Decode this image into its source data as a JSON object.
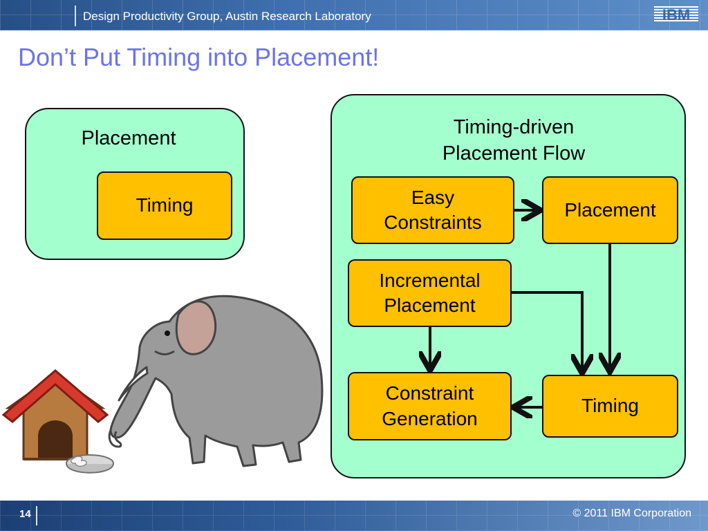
{
  "header": {
    "group_name": "Design Productivity Group, Austin Research Laboratory",
    "logo_text": "IBM"
  },
  "slide": {
    "title": "Don’t Put Timing into Placement!",
    "page_number": "14",
    "copyright": "© 2011 IBM Corporation"
  },
  "left_panel": {
    "label": "Placement",
    "inner_box": "Timing"
  },
  "right_panel": {
    "label": "Timing-driven\nPlacement Flow",
    "boxes": {
      "easy_constraints": "Easy\nConstraints",
      "placement": "Placement",
      "incremental_placement": "Incremental\nPlacement",
      "constraint_generation": "Constraint\nGeneration",
      "timing": "Timing"
    }
  },
  "illustration": {
    "animal": "elephant-icon",
    "house": "doghouse-icon",
    "bowl": "dog-bowl-icon"
  },
  "colors": {
    "title": "#6b73ea",
    "panel_fill": "#a4ffcf",
    "box_fill": "#ffc000",
    "header": "#274f86"
  }
}
